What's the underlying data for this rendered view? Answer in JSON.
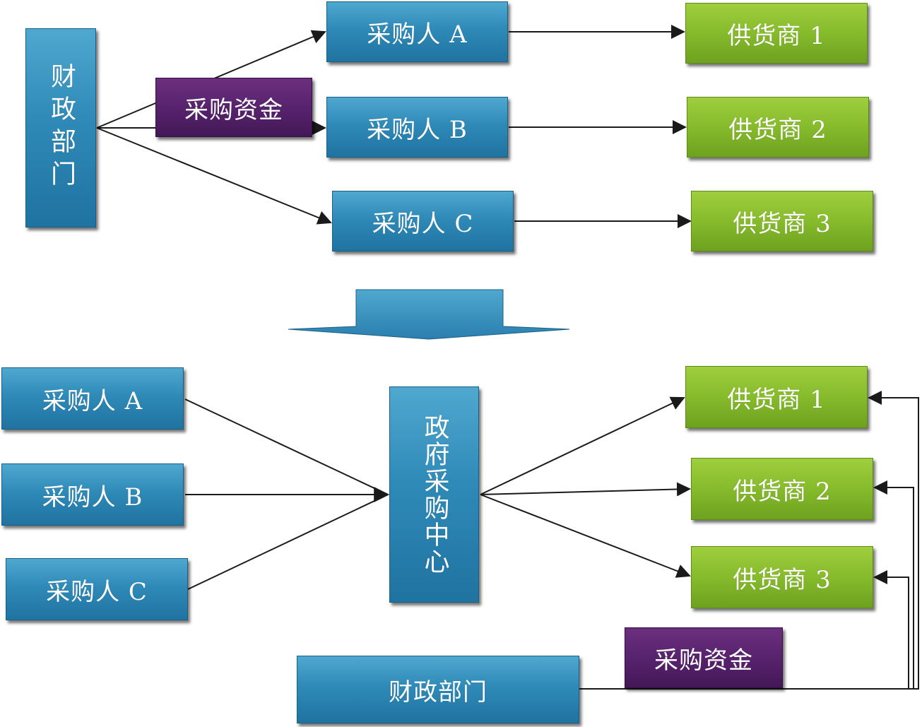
{
  "top": {
    "finance_dept": "财政部门",
    "fund": "采购资金",
    "purchasers": [
      "采购人 A",
      "采购人 B",
      "采购人 C"
    ],
    "suppliers": [
      "供货商 1",
      "供货商 2",
      "供货商 3"
    ]
  },
  "bottom": {
    "purchasers": [
      "采购人 A",
      "采购人 B",
      "采购人 C"
    ],
    "center": "政府采购中心",
    "suppliers": [
      "供货商 1",
      "供货商 2",
      "供货商 3"
    ],
    "fund": "采购资金",
    "finance_dept": "财政部门"
  },
  "colors": {
    "blue_box": "#2f8ab8",
    "green_box": "#86bb2c",
    "purple_box": "#54206a",
    "arrow": "#1a1a1a"
  }
}
